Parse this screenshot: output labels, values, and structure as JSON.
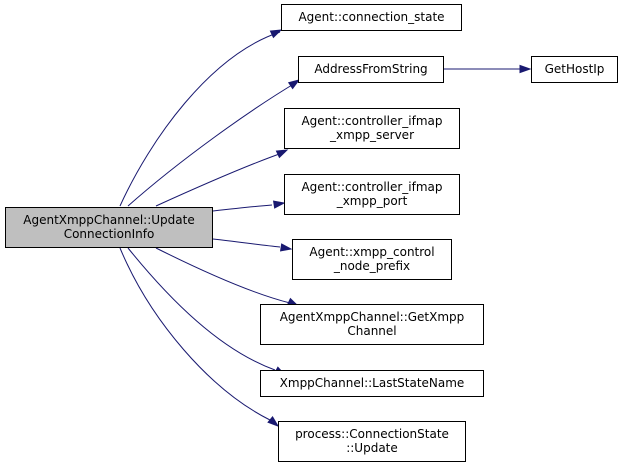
{
  "diagram": {
    "colors": {
      "edge": "#191970",
      "root_fill": "#bfbfbf",
      "node_fill": "#ffffff",
      "border": "#000000"
    },
    "nodes": [
      {
        "id": "root",
        "name": "node-agentxmppchannel-updateconnectioninfo",
        "lines": [
          "AgentXmppChannel::Update",
          "ConnectionInfo"
        ],
        "highlight": true
      },
      {
        "id": "conn_state",
        "name": "node-agent-connection-state",
        "lines": [
          "Agent::connection_state"
        ]
      },
      {
        "id": "addr",
        "name": "node-addressfromstring",
        "lines": [
          "AddressFromString"
        ]
      },
      {
        "id": "hostip",
        "name": "node-gethostip",
        "lines": [
          "GetHostIp"
        ]
      },
      {
        "id": "ifmap_server",
        "name": "node-agent-controller-ifmap-xmpp-server",
        "lines": [
          "Agent::controller_ifmap",
          "_xmpp_server"
        ]
      },
      {
        "id": "ifmap_port",
        "name": "node-agent-controller-ifmap-xmpp-port",
        "lines": [
          "Agent::controller_ifmap",
          "_xmpp_port"
        ]
      },
      {
        "id": "ctrl_prefix",
        "name": "node-agent-xmpp-control-node-prefix",
        "lines": [
          "Agent::xmpp_control",
          "_node_prefix"
        ]
      },
      {
        "id": "get_xmpp",
        "name": "node-agentxmppchannel-getxmppchannel",
        "lines": [
          "AgentXmppChannel::GetXmpp",
          "Channel"
        ]
      },
      {
        "id": "last_state",
        "name": "node-xmppchannel-laststatename",
        "lines": [
          "XmppChannel::LastStateName"
        ]
      },
      {
        "id": "cs_update",
        "name": "node-process-connectionstate-update",
        "lines": [
          "process::ConnectionState",
          "::Update"
        ]
      }
    ],
    "edges": [
      {
        "from": "root",
        "to": "conn_state"
      },
      {
        "from": "root",
        "to": "addr"
      },
      {
        "from": "addr",
        "to": "hostip"
      },
      {
        "from": "root",
        "to": "ifmap_server"
      },
      {
        "from": "root",
        "to": "ifmap_port"
      },
      {
        "from": "root",
        "to": "ctrl_prefix"
      },
      {
        "from": "root",
        "to": "get_xmpp"
      },
      {
        "from": "root",
        "to": "last_state"
      },
      {
        "from": "root",
        "to": "cs_update"
      }
    ]
  }
}
